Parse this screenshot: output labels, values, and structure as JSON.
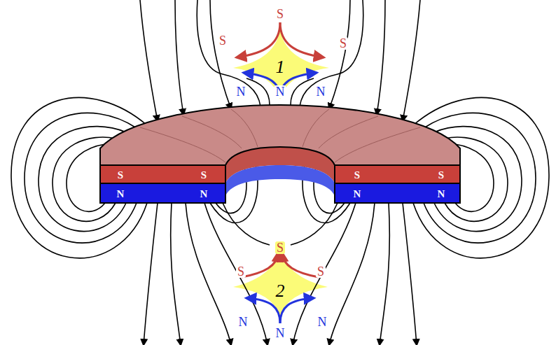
{
  "diagram": {
    "labels": [
      "S",
      "S",
      "S",
      "1",
      "N",
      "N",
      "N",
      "S",
      "S",
      "S",
      "S",
      "N",
      "N",
      "N",
      "N",
      "S",
      "S",
      "S",
      "2",
      "N",
      "N",
      "N"
    ]
  }
}
